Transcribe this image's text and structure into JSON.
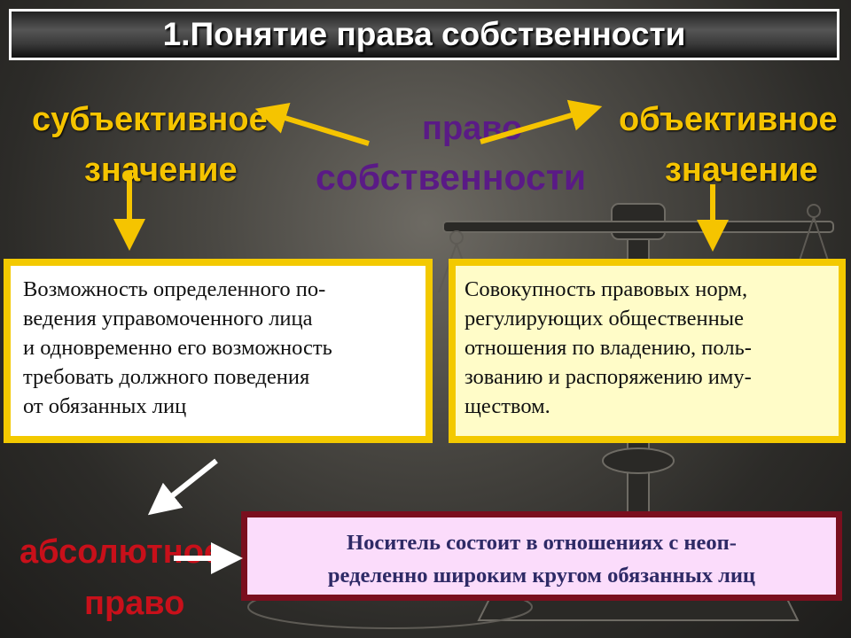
{
  "title": "1.Понятие права собственности",
  "center": {
    "line1": "право",
    "line2": "собственности"
  },
  "subjective": {
    "line1": "субъективное",
    "line2": "значение"
  },
  "objective": {
    "line1": "объективное",
    "line2": "значение"
  },
  "subjective_definition": [
    "Возможность определенного по-",
    "ведения управомоченного лица",
    "и одновременно его возможность",
    "требовать должного поведения",
    "от обязанных лиц"
  ],
  "objective_definition": [
    "Совокупность правовых норм,",
    "регулирующих общественные",
    "отношения по владению, поль-",
    "зованию и распоряжению иму-",
    "ществом."
  ],
  "absolute_right": {
    "line1": "абсолютное",
    "line2": "право"
  },
  "carrier_text": [
    "Носитель состоит в отношениях с неоп-",
    "ределенно широким кругом обязанных лиц"
  ],
  "colors": {
    "accent_yellow": "#f5c400",
    "accent_purple": "#5a1a86",
    "accent_red": "#c8101a",
    "box_border": "#f3c900",
    "carrier_border": "#7a0f1e",
    "carrier_fill": "#fbdcfb"
  }
}
